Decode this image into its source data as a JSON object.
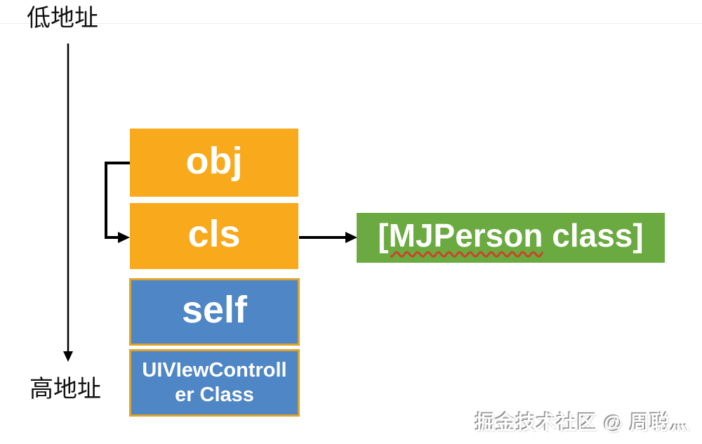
{
  "labels": {
    "low_address": "低地址",
    "high_address": "高地址"
  },
  "boxes": [
    {
      "name": "obj",
      "label": "obj"
    },
    {
      "name": "cls",
      "label": "cls"
    },
    {
      "name": "self",
      "label": "self"
    },
    {
      "name": "uiviewcontroller_class",
      "lines": [
        "UIVIewControll",
        "er Class"
      ]
    }
  ],
  "class_box": {
    "underlined_text": "[MJPerson",
    "rest_text": " class]"
  },
  "watermark": {
    "text": "掘金技术社区 @ 周聪灬"
  },
  "colors": {
    "box_orange": "#F9A91C",
    "box_blue": "#4E86C6",
    "box_green": "#6BAA40",
    "blue_box_border_gold": "#DFA32A",
    "arrow_black": "#000000",
    "spellcheck_underline_red": "#C9442A",
    "text_white": "#FFFFFF"
  }
}
